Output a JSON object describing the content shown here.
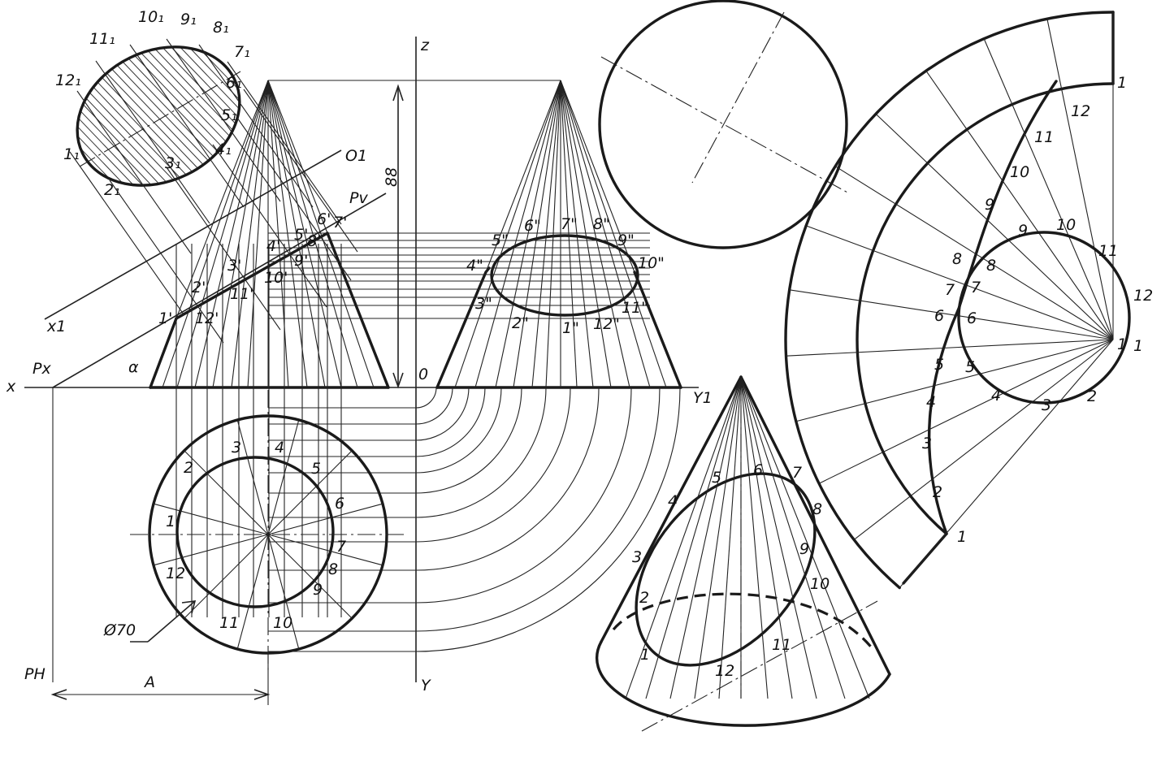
{
  "labels": {
    "x": "x",
    "z": "z",
    "y": "Y",
    "y1": "Y1",
    "origin": "0",
    "px": "Px",
    "pv": "Pv",
    "ph": "PH",
    "x1": "x1",
    "o1": "O1",
    "alpha": "α",
    "height": "88",
    "diameter": "Ø70",
    "dim_a": "A"
  },
  "front_points": [
    "1'",
    "2'",
    "3'",
    "4'",
    "5'",
    "6'",
    "7'",
    "8'",
    "9'",
    "10'",
    "11'",
    "12'"
  ],
  "side_points": [
    "2\"",
    "3\"",
    "4\"",
    "5\"",
    "6\"",
    "7\"",
    "8\"",
    "9\"",
    "10\"",
    "11\"",
    "12\"",
    "1\""
  ],
  "section_points": [
    "1₁",
    "2₁",
    "3₁",
    "4₁",
    "5₁",
    "6₁",
    "7₁",
    "8₁",
    "9₁",
    "10₁",
    "11₁",
    "12₁"
  ],
  "plan_points": [
    "1",
    "2",
    "3",
    "4",
    "5",
    "6",
    "7",
    "8",
    "9",
    "10",
    "11",
    "12"
  ],
  "development_outer": [
    "1",
    "2",
    "3",
    "4",
    "5",
    "6",
    "7",
    "8",
    "9",
    "10",
    "11",
    "12",
    "1"
  ],
  "development_inner": [
    "1",
    "2",
    "3",
    "4",
    "5",
    "6",
    "7",
    "8",
    "9",
    "10",
    "11",
    "12",
    "1"
  ],
  "iso_points": [
    "1",
    "2",
    "3",
    "4",
    "5",
    "6",
    "7",
    "8",
    "9",
    "10",
    "11",
    "12"
  ]
}
